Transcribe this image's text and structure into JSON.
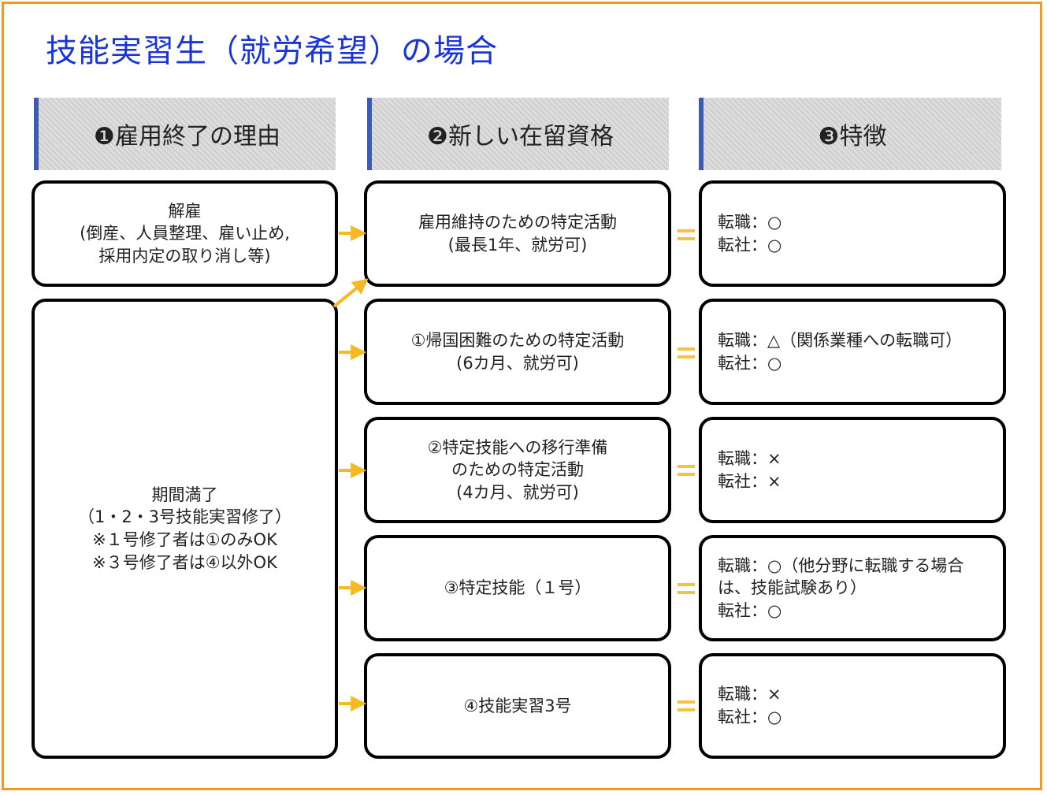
{
  "title": "技能実習生（就労希望）の場合",
  "headers": [
    {
      "label": "❶雇用終了の理由"
    },
    {
      "label": "❷新しい在留資格"
    },
    {
      "label": "❸特徴"
    }
  ],
  "reasons": {
    "dismissal": [
      "解雇",
      "(倒産、人員整理、雇い止め,",
      "採用内定の取り消し等)"
    ],
    "completion": [
      "期間満了",
      "（1・2・3号技能実習修了）",
      "※１号修了者は①のみOK",
      "※３号修了者は④以外OK"
    ]
  },
  "statuses": [
    [
      "雇用維持のための特定活動",
      "(最長1年、就労可)"
    ],
    [
      "①帰国困難のための特定活動",
      "(6カ月、就労可)"
    ],
    [
      "②特定技能への移行準備",
      "のための特定活動",
      "(4カ月、就労可)"
    ],
    [
      "③特定技能（１号）"
    ],
    [
      "④技能実習3号"
    ]
  ],
  "features": [
    [
      "転職：○",
      "転社：○"
    ],
    [
      "転職：△（関係業種への転職可）",
      "転社：○"
    ],
    [
      "転職：×",
      "転社：×"
    ],
    [
      "転職：○（他分野に転職する場合は、技能試験あり）",
      "転社：○"
    ],
    [
      "転職：×",
      "転社：○"
    ]
  ],
  "colors": {
    "frame": "#f39a1e",
    "title": "#1a35d6",
    "header_bar": "#3b5bb8",
    "arrow": "#f6b823",
    "equals": "#f6c242"
  }
}
